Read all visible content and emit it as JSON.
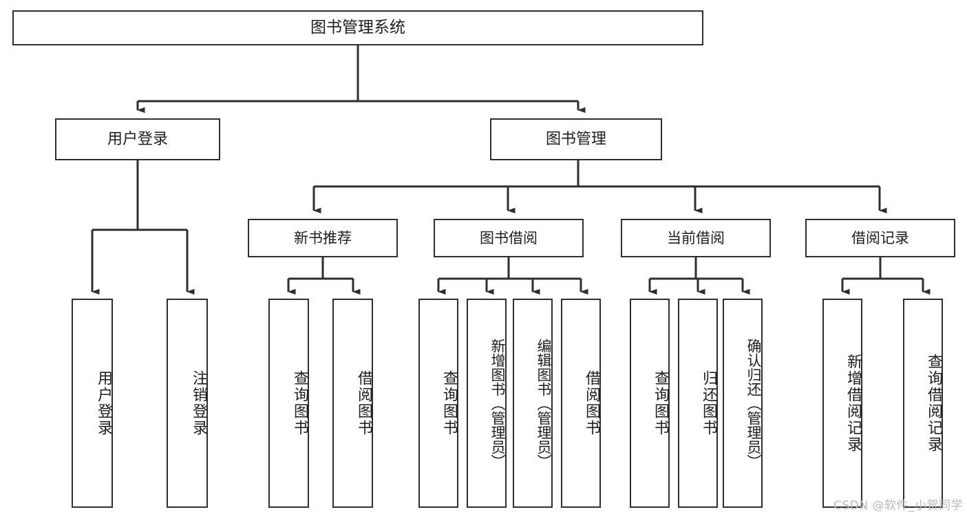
{
  "title": "图书管理系统",
  "watermark": "CSDN @软件_小贺同学",
  "colors": {
    "stroke": "#2e2e2e",
    "background": "#ffffff",
    "text": "#1d1d1d",
    "watermark": "#b9b9b9"
  },
  "nodes": {
    "root": {
      "label": "图书管理系统",
      "level": 0
    },
    "user_login": {
      "label": "用户登录",
      "level": 1
    },
    "book_manage": {
      "label": "图书管理",
      "level": 1
    },
    "new_book_rec": {
      "label": "新书推荐",
      "level": 2
    },
    "book_borrow": {
      "label": "图书借阅",
      "level": 2
    },
    "current_borrow": {
      "label": "当前借阅",
      "level": 2
    },
    "borrow_record": {
      "label": "借阅记录",
      "level": 2
    },
    "leaf_user_login": {
      "label": "用户登录",
      "level": 3
    },
    "leaf_logout": {
      "label": "注销登录",
      "level": 3
    },
    "leaf_query_book_rec": {
      "label": "查询图书",
      "level": 3
    },
    "leaf_borrow_book_rec": {
      "label": "借阅图书",
      "level": 3
    },
    "leaf_query_book_borrow": {
      "label": "查询图书",
      "level": 3
    },
    "leaf_add_book": {
      "label": "新增图书（管理员）",
      "level": 3
    },
    "leaf_edit_book": {
      "label": "编辑图书（管理员）",
      "level": 3
    },
    "leaf_borrow_book": {
      "label": "借阅图书",
      "level": 3
    },
    "leaf_query_book_current": {
      "label": "查询图书",
      "level": 3
    },
    "leaf_return_book": {
      "label": "归还图书",
      "level": 3
    },
    "leaf_confirm_return": {
      "label": "确认归还（管理员）",
      "level": 3
    },
    "leaf_add_record": {
      "label": "新增借阅记录",
      "level": 3
    },
    "leaf_query_record": {
      "label": "查询借阅记录",
      "level": 3
    }
  },
  "tree": {
    "root_children": [
      "用户登录",
      "图书管理"
    ],
    "user_login_children": [
      "用户登录",
      "注销登录"
    ],
    "book_manage_children": [
      "新书推荐",
      "图书借阅",
      "当前借阅",
      "借阅记录"
    ],
    "new_book_rec_children": [
      "查询图书",
      "借阅图书"
    ],
    "book_borrow_children": [
      "查询图书",
      "新增图书（管理员）",
      "编辑图书（管理员）",
      "借阅图书"
    ],
    "current_borrow_children": [
      "查询图书",
      "归还图书",
      "确认归还（管理员）"
    ],
    "borrow_record_children": [
      "新增借阅记录",
      "查询借阅记录"
    ]
  }
}
